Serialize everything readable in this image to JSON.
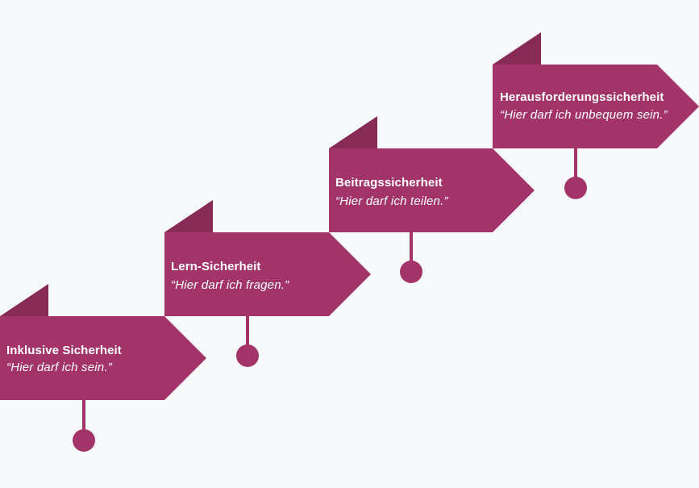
{
  "colors": {
    "background": "#f6f8f9",
    "arrow": "#a3346a",
    "flap": "#872a56",
    "text": "#ffffff"
  },
  "steps": [
    {
      "title": "Inklusive Sicherheit",
      "quote": "“Hier darf ich sein.”"
    },
    {
      "title": "Lern-Sicherheit",
      "quote": "“Hier darf ich fragen.”"
    },
    {
      "title": "Beitragssicherheit",
      "quote": "“Hier darf ich teilen.”"
    },
    {
      "title": "Herausforderungssicherheit",
      "quote": "“Hier darf ich unbequem sein.”"
    }
  ]
}
